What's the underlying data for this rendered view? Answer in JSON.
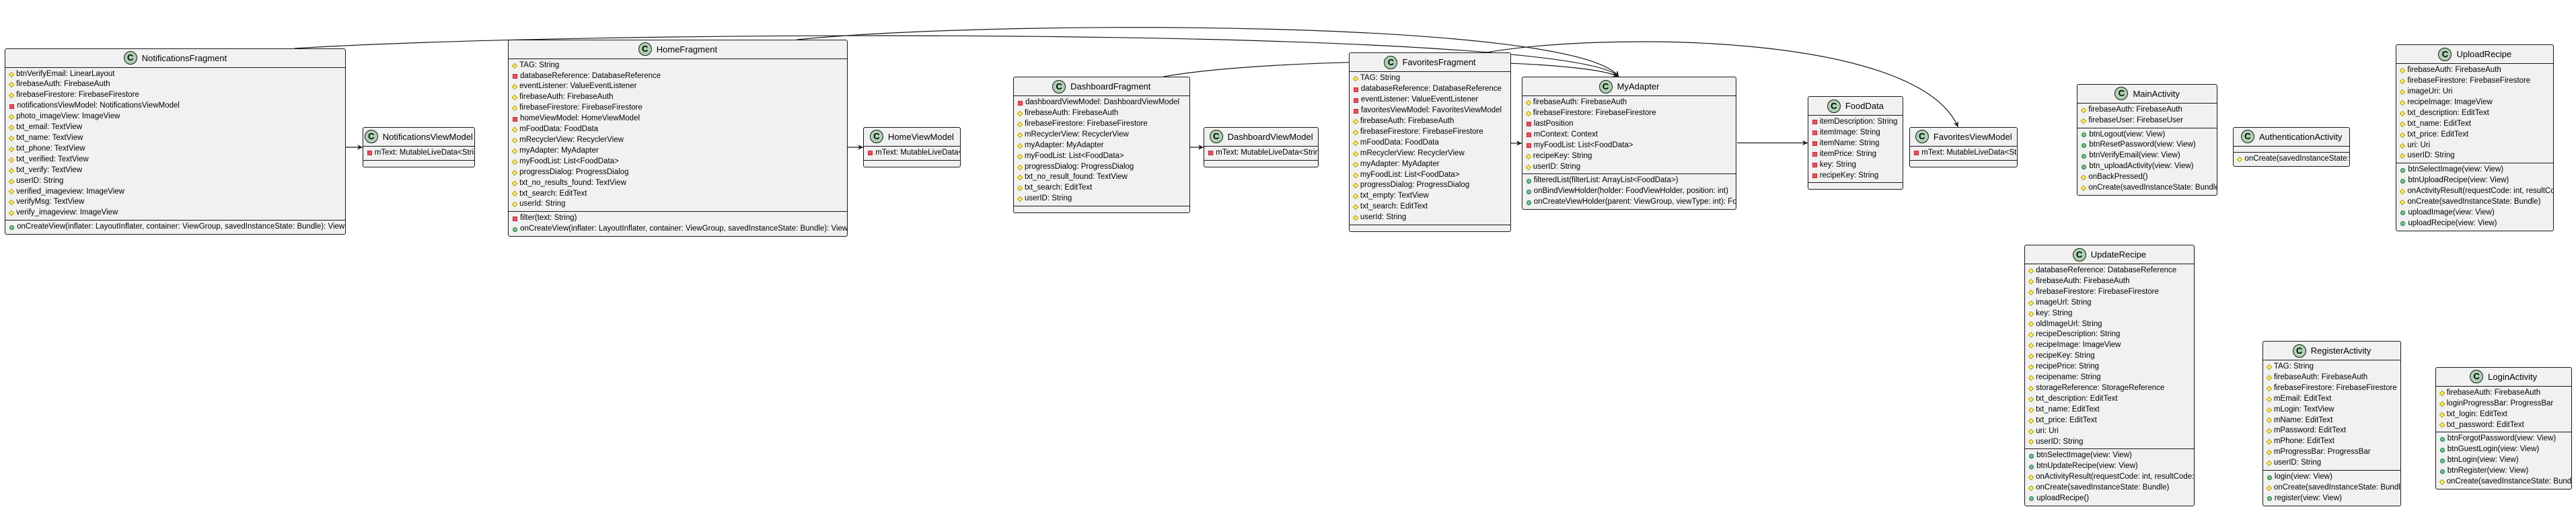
{
  "diagram": {
    "classes": [
      {
        "id": "NotificationsFragment",
        "stereotype": "C",
        "fields": [
          {
            "vis": "protected",
            "text": "btnVerifyEmail: LinearLayout"
          },
          {
            "vis": "protected",
            "text": "firebaseAuth: FirebaseAuth"
          },
          {
            "vis": "protected",
            "text": "firebaseFirestore: FirebaseFirestore"
          },
          {
            "vis": "private",
            "text": "notificationsViewModel: NotificationsViewModel"
          },
          {
            "vis": "protected",
            "text": "photo_imageView: ImageView"
          },
          {
            "vis": "protected",
            "text": "txt_email: TextView"
          },
          {
            "vis": "protected",
            "text": "txt_name: TextView"
          },
          {
            "vis": "protected",
            "text": "txt_phone: TextView"
          },
          {
            "vis": "protected",
            "text": "txt_verified: TextView"
          },
          {
            "vis": "protected",
            "text": "txt_verify: TextView"
          },
          {
            "vis": "protected",
            "text": "userID: String"
          },
          {
            "vis": "protected",
            "text": "verified_imageview: ImageView"
          },
          {
            "vis": "protected",
            "text": "verifyMsg: TextView"
          },
          {
            "vis": "protected",
            "text": "verify_imageview: ImageView"
          }
        ],
        "methods": [
          {
            "vis": "public",
            "text": "onCreateView(inflater: LayoutInflater, container: ViewGroup, savedInstanceState: Bundle): View"
          }
        ]
      },
      {
        "id": "NotificationsViewModel",
        "stereotype": "C",
        "fields": [
          {
            "vis": "private",
            "text": "mText: MutableLiveData<String>"
          }
        ],
        "methods": []
      },
      {
        "id": "HomeFragment",
        "stereotype": "C",
        "fields": [
          {
            "vis": "protected",
            "text": "TAG: String"
          },
          {
            "vis": "private",
            "text": "databaseReference: DatabaseReference"
          },
          {
            "vis": "protected",
            "text": "eventListener: ValueEventListener"
          },
          {
            "vis": "protected",
            "text": "firebaseAuth: FirebaseAuth"
          },
          {
            "vis": "protected",
            "text": "firebaseFirestore: FirebaseFirestore"
          },
          {
            "vis": "private",
            "text": "homeViewModel: HomeViewModel"
          },
          {
            "vis": "protected",
            "text": "mFoodData: FoodData"
          },
          {
            "vis": "protected",
            "text": "mRecyclerView: RecyclerView"
          },
          {
            "vis": "protected",
            "text": "myAdapter: MyAdapter"
          },
          {
            "vis": "protected",
            "text": "myFoodList: List<FoodData>"
          },
          {
            "vis": "protected",
            "text": "progressDialog: ProgressDialog"
          },
          {
            "vis": "protected",
            "text": "txt_no_results_found: TextView"
          },
          {
            "vis": "protected",
            "text": "txt_search: EditText"
          },
          {
            "vis": "protected",
            "text": "userId: String"
          }
        ],
        "methods": [
          {
            "vis": "private",
            "text": "filter(text: String)"
          },
          {
            "vis": "public",
            "text": "onCreateView(inflater: LayoutInflater, container: ViewGroup, savedInstanceState: Bundle): View"
          }
        ]
      },
      {
        "id": "HomeViewModel",
        "stereotype": "C",
        "fields": [
          {
            "vis": "private",
            "text": "mText: MutableLiveData<String>"
          }
        ],
        "methods": []
      },
      {
        "id": "DashboardFragment",
        "stereotype": "C",
        "fields": [
          {
            "vis": "private",
            "text": "dashboardViewModel: DashboardViewModel"
          },
          {
            "vis": "protected",
            "text": "firebaseAuth: FirebaseAuth"
          },
          {
            "vis": "protected",
            "text": "firebaseFirestore: FirebaseFirestore"
          },
          {
            "vis": "protected",
            "text": "mRecyclerView: RecyclerView"
          },
          {
            "vis": "protected",
            "text": "myAdapter: MyAdapter"
          },
          {
            "vis": "protected",
            "text": "myFoodList: List<FoodData>"
          },
          {
            "vis": "protected",
            "text": "progressDialog: ProgressDialog"
          },
          {
            "vis": "protected",
            "text": "txt_no_result_found: TextView"
          },
          {
            "vis": "protected",
            "text": "txt_search: EditText"
          },
          {
            "vis": "protected",
            "text": "userID: String"
          }
        ],
        "methods": []
      },
      {
        "id": "DashboardViewModel",
        "stereotype": "C",
        "fields": [
          {
            "vis": "private",
            "text": "mText: MutableLiveData<String>"
          }
        ],
        "methods": []
      },
      {
        "id": "FavoritesFragment",
        "stereotype": "C",
        "fields": [
          {
            "vis": "protected",
            "text": "TAG: String"
          },
          {
            "vis": "private",
            "text": "databaseReference: DatabaseReference"
          },
          {
            "vis": "private",
            "text": "eventListener: ValueEventListener"
          },
          {
            "vis": "private",
            "text": "favoritesViewModel: FavoritesViewModel"
          },
          {
            "vis": "protected",
            "text": "firebaseAuth: FirebaseAuth"
          },
          {
            "vis": "protected",
            "text": "firebaseFirestore: FirebaseFirestore"
          },
          {
            "vis": "protected",
            "text": "mFoodData: FoodData"
          },
          {
            "vis": "protected",
            "text": "mRecyclerView: RecyclerView"
          },
          {
            "vis": "protected",
            "text": "myAdapter: MyAdapter"
          },
          {
            "vis": "protected",
            "text": "myFoodList: List<FoodData>"
          },
          {
            "vis": "protected",
            "text": "progressDialog: ProgressDialog"
          },
          {
            "vis": "protected",
            "text": "txt_empty: TextView"
          },
          {
            "vis": "protected",
            "text": "txt_search: EditText"
          },
          {
            "vis": "protected",
            "text": "userId: String"
          }
        ],
        "methods": []
      },
      {
        "id": "MyAdapter",
        "stereotype": "C",
        "fields": [
          {
            "vis": "protected",
            "text": "firebaseAuth: FirebaseAuth"
          },
          {
            "vis": "protected",
            "text": "firebaseFirestore: FirebaseFirestore"
          },
          {
            "vis": "private",
            "text": "lastPosition"
          },
          {
            "vis": "private",
            "text": "mContext: Context"
          },
          {
            "vis": "private",
            "text": "myFoodList: List<FoodData>"
          },
          {
            "vis": "protected",
            "text": "recipeKey: String"
          },
          {
            "vis": "protected",
            "text": "userID: String"
          }
        ],
        "methods": [
          {
            "vis": "public",
            "text": "filteredList(filterList: ArrayList<FoodData>)"
          },
          {
            "vis": "public",
            "text": "onBindViewHolder(holder: FoodViewHolder, position: int)"
          },
          {
            "vis": "public",
            "text": "onCreateViewHolder(parent: ViewGroup, viewType: int): FoodViewHolder"
          }
        ]
      },
      {
        "id": "FoodData",
        "stereotype": "C",
        "fields": [
          {
            "vis": "private",
            "text": "itemDescription: String"
          },
          {
            "vis": "private",
            "text": "itemImage: String"
          },
          {
            "vis": "private",
            "text": "itemName: String"
          },
          {
            "vis": "private",
            "text": "itemPrice: String"
          },
          {
            "vis": "private",
            "text": "key: String"
          },
          {
            "vis": "private",
            "text": "recipeKey: String"
          }
        ],
        "methods": []
      },
      {
        "id": "FavoritesViewModel",
        "stereotype": "C",
        "fields": [
          {
            "vis": "private",
            "text": "mText: MutableLiveData<String>"
          }
        ],
        "methods": []
      },
      {
        "id": "MainActivity",
        "stereotype": "C",
        "fields": [
          {
            "vis": "protected",
            "text": "firebaseAuth: FirebaseAuth"
          },
          {
            "vis": "protected",
            "text": "firebaseUser: FirebaseUser"
          }
        ],
        "methods": [
          {
            "vis": "public",
            "text": "btnLogout(view: View)"
          },
          {
            "vis": "public",
            "text": "btnResetPassword(view: View)"
          },
          {
            "vis": "public",
            "text": "btnVerifyEmail(view: View)"
          },
          {
            "vis": "public",
            "text": "btn_uploadActivity(view: View)"
          },
          {
            "vis": "protected",
            "text": "onBackPressed()"
          },
          {
            "vis": "protected",
            "text": "onCreate(savedInstanceState: Bundle)"
          }
        ]
      },
      {
        "id": "AuthenticationActivity",
        "stereotype": "C",
        "fields": [],
        "methods": [
          {
            "vis": "protected",
            "text": "onCreate(savedInstanceState: Bundle)"
          }
        ]
      },
      {
        "id": "UploadRecipe",
        "stereotype": "C",
        "fields": [
          {
            "vis": "protected",
            "text": "firebaseAuth: FirebaseAuth"
          },
          {
            "vis": "protected",
            "text": "firebaseFirestore: FirebaseFirestore"
          },
          {
            "vis": "protected",
            "text": "imageUri: Uri"
          },
          {
            "vis": "protected",
            "text": "recipeImage: ImageView"
          },
          {
            "vis": "protected",
            "text": "txt_description: EditText"
          },
          {
            "vis": "protected",
            "text": "txt_name: EditText"
          },
          {
            "vis": "protected",
            "text": "txt_price: EditText"
          },
          {
            "vis": "protected",
            "text": "uri: Uri"
          },
          {
            "vis": "protected",
            "text": "userID: String"
          }
        ],
        "methods": [
          {
            "vis": "public",
            "text": "btnSelectImage(view: View)"
          },
          {
            "vis": "public",
            "text": "btnUploadRecipe(view: View)"
          },
          {
            "vis": "protected",
            "text": "onActivityResult(requestCode: int, resultCode: int, data: Intent)"
          },
          {
            "vis": "protected",
            "text": "onCreate(savedInstanceState: Bundle)"
          },
          {
            "vis": "public",
            "text": "uploadImage(view: View)"
          },
          {
            "vis": "public",
            "text": "uploadRecipe(view: View)"
          }
        ]
      },
      {
        "id": "UpdateRecipe",
        "stereotype": "C",
        "fields": [
          {
            "vis": "protected",
            "text": "databaseReference: DatabaseReference"
          },
          {
            "vis": "protected",
            "text": "firebaseAuth: FirebaseAuth"
          },
          {
            "vis": "protected",
            "text": "firebaseFirestore: FirebaseFirestore"
          },
          {
            "vis": "protected",
            "text": "imageUrl: String"
          },
          {
            "vis": "protected",
            "text": "key: String"
          },
          {
            "vis": "protected",
            "text": "oldImageUrl: String"
          },
          {
            "vis": "protected",
            "text": "recipeDescription: String"
          },
          {
            "vis": "protected",
            "text": "recipeImage: ImageView"
          },
          {
            "vis": "protected",
            "text": "recipeKey: String"
          },
          {
            "vis": "protected",
            "text": "recipePrice: String"
          },
          {
            "vis": "protected",
            "text": "recipename: String"
          },
          {
            "vis": "protected",
            "text": "storageReference: StorageReference"
          },
          {
            "vis": "protected",
            "text": "txt_description: EditText"
          },
          {
            "vis": "protected",
            "text": "txt_name: EditText"
          },
          {
            "vis": "protected",
            "text": "txt_price: EditText"
          },
          {
            "vis": "protected",
            "text": "uri: Uri"
          },
          {
            "vis": "protected",
            "text": "userID: String"
          }
        ],
        "methods": [
          {
            "vis": "public",
            "text": "btnSelectImage(view: View)"
          },
          {
            "vis": "public",
            "text": "btnUpdateRecipe(view: View)"
          },
          {
            "vis": "protected",
            "text": "onActivityResult(requestCode: int, resultCode: int, data: Intent)"
          },
          {
            "vis": "protected",
            "text": "onCreate(savedInstanceState: Bundle)"
          },
          {
            "vis": "public",
            "text": "uploadRecipe()"
          }
        ]
      },
      {
        "id": "RegisterActivity",
        "stereotype": "C",
        "fields": [
          {
            "vis": "protected",
            "text": "TAG: String"
          },
          {
            "vis": "protected",
            "text": "firebaseAuth: FirebaseAuth"
          },
          {
            "vis": "protected",
            "text": "firebaseFirestore: FirebaseFirestore"
          },
          {
            "vis": "protected",
            "text": "mEmail: EditText"
          },
          {
            "vis": "protected",
            "text": "mLogin: TextView"
          },
          {
            "vis": "protected",
            "text": "mName: EditText"
          },
          {
            "vis": "protected",
            "text": "mPassword: EditText"
          },
          {
            "vis": "protected",
            "text": "mPhone: EditText"
          },
          {
            "vis": "protected",
            "text": "mProgressBar: ProgressBar"
          },
          {
            "vis": "protected",
            "text": "userID: String"
          }
        ],
        "methods": [
          {
            "vis": "public",
            "text": "login(view: View)"
          },
          {
            "vis": "protected",
            "text": "onCreate(savedInstanceState: Bundle)"
          },
          {
            "vis": "public",
            "text": "register(view: View)"
          }
        ]
      },
      {
        "id": "LoginActivity",
        "stereotype": "C",
        "fields": [
          {
            "vis": "protected",
            "text": "firebaseAuth: FirebaseAuth"
          },
          {
            "vis": "protected",
            "text": "loginProgressBar: ProgressBar"
          },
          {
            "vis": "protected",
            "text": "txt_login: EditText"
          },
          {
            "vis": "protected",
            "text": "txt_password: EditText"
          }
        ],
        "methods": [
          {
            "vis": "public",
            "text": "btnForgotPassword(view: View)"
          },
          {
            "vis": "public",
            "text": "btnGuestLogin(view: View)"
          },
          {
            "vis": "public",
            "text": "btnLogin(view: View)"
          },
          {
            "vis": "public",
            "text": "btnRegister(view: View)"
          },
          {
            "vis": "protected",
            "text": "onCreate(savedInstanceState: Bundle)"
          }
        ]
      }
    ],
    "edges": [
      {
        "from": "NotificationsFragment",
        "to": "NotificationsViewModel"
      },
      {
        "from": "NotificationsFragment",
        "to": "MyAdapter"
      },
      {
        "from": "HomeFragment",
        "to": "HomeViewModel"
      },
      {
        "from": "HomeFragment",
        "to": "MyAdapter"
      },
      {
        "from": "DashboardFragment",
        "to": "DashboardViewModel"
      },
      {
        "from": "DashboardFragment",
        "to": "MyAdapter"
      },
      {
        "from": "FavoritesFragment",
        "to": "MyAdapter"
      },
      {
        "from": "FavoritesFragment",
        "to": "FavoritesViewModel"
      },
      {
        "from": "MyAdapter",
        "to": "FoodData"
      }
    ]
  }
}
